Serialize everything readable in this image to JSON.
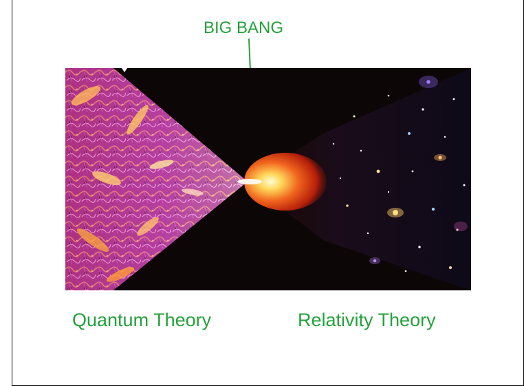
{
  "slide": {
    "top_label": "BIG BANG",
    "left_caption": "Quantum Theory",
    "right_caption": "Relativity Theory"
  },
  "colors": {
    "label_green": "#23a23a",
    "image_background": "#0d0606",
    "quantum_foam": "#d65bd0",
    "fireball": "#f0641e"
  },
  "icons": {
    "pointer": "arrow-down-icon"
  }
}
